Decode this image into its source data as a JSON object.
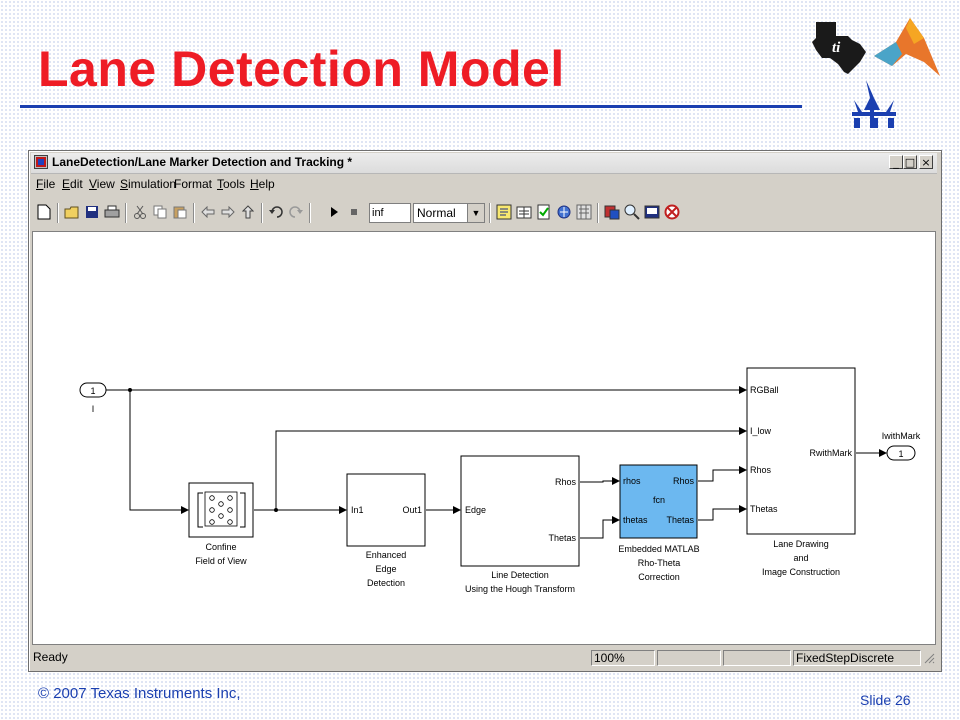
{
  "slide": {
    "title": "Lane Detection Model",
    "footer_copyright": "© 2007 Texas Instruments Inc,",
    "slide_number": "Slide 26"
  },
  "window": {
    "title": "LaneDetection/Lane Marker Detection and Tracking *",
    "controls": {
      "minimize": "_",
      "maximize": "□",
      "close": "×"
    }
  },
  "menu": [
    {
      "label": "File",
      "ul": "F",
      "rest": "ile"
    },
    {
      "label": "Edit",
      "ul": "E",
      "rest": "dit"
    },
    {
      "label": "View",
      "ul": "V",
      "rest": "iew"
    },
    {
      "label": "Simulation",
      "ul": "S",
      "rest": "imulation"
    },
    {
      "label": "Format",
      "ul": "",
      "rest": "Format"
    },
    {
      "label": "Tools",
      "ul": "T",
      "rest": "ools"
    },
    {
      "label": "Help",
      "ul": "H",
      "rest": "elp"
    }
  ],
  "toolbar": {
    "stop_time": "inf",
    "sim_mode": "Normal",
    "icons": [
      "new-icon",
      "open-icon",
      "save-icon",
      "print-icon",
      "cut-icon",
      "copy-icon",
      "paste-icon",
      "back-icon",
      "forward-icon",
      "up-icon",
      "undo-icon",
      "redo-icon",
      "play-icon",
      "stop-icon",
      "build-icon",
      "library-icon",
      "debug-icon",
      "explorer-icon",
      "model-advisor-icon",
      "find-icon",
      "zoom-icon",
      "scope-icon",
      "target-icon"
    ]
  },
  "diagram": {
    "inport": {
      "number": "1",
      "name": "I"
    },
    "outport": {
      "number": "1",
      "name": "IwithMark"
    },
    "blocks": {
      "confine": {
        "label_lines": [
          "Confine",
          "Field of View"
        ]
      },
      "enhanced": {
        "in": "In1",
        "out": "Out1",
        "label_lines": [
          "Enhanced",
          "Edge",
          "Detection"
        ]
      },
      "hough": {
        "in": "Edge",
        "out1": "Rhos",
        "out2": "Thetas",
        "label_lines": [
          "Line Detection",
          "Using the Hough Transform"
        ]
      },
      "matlab": {
        "in1": "rhos",
        "in2": "thetas",
        "center": "fcn",
        "out1": "Rhos",
        "out2": "Thetas",
        "label_lines": [
          "Embedded MATLAB",
          "Rho-Theta",
          "Correction"
        ],
        "color": "#6cb8f0"
      },
      "drawing": {
        "in1": "RGBall",
        "in2": "I_low",
        "in3": "Rhos",
        "in4": "Thetas",
        "out": "RwithMark",
        "label_lines": [
          "Lane Drawing",
          "and",
          "Image Construction"
        ]
      }
    }
  },
  "status": {
    "state": "Ready",
    "zoom": "100%",
    "solver": "FixedStepDiscrete"
  },
  "colors": {
    "title": "#ee1c25",
    "accent": "#1a3fb0",
    "footer": "#1a3fb0"
  }
}
